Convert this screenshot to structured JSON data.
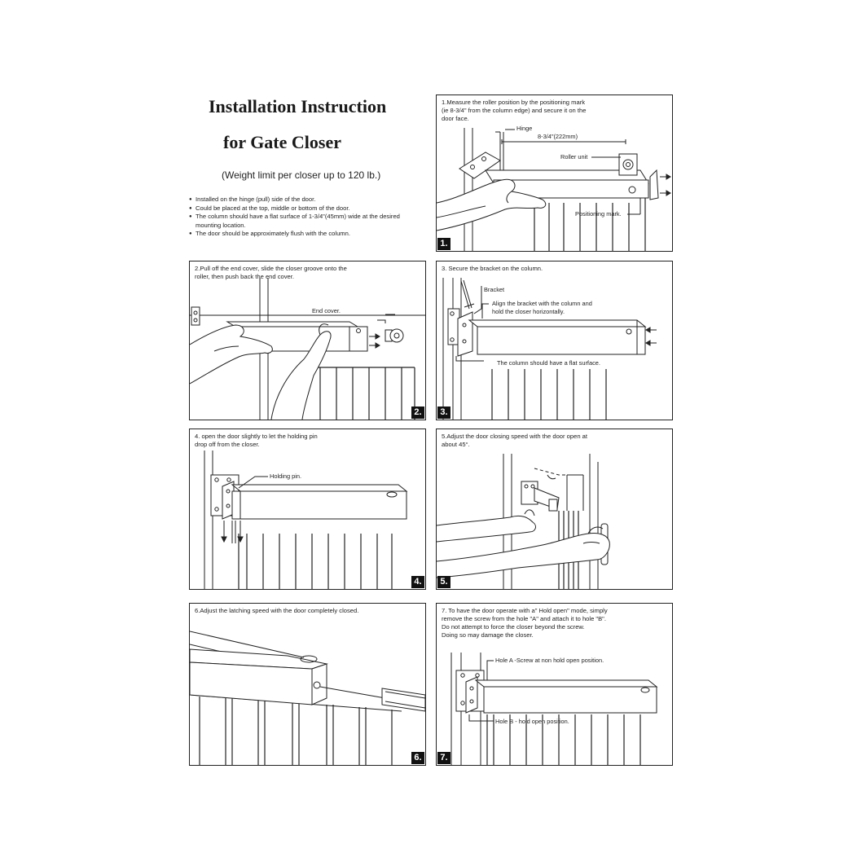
{
  "header": {
    "title_line1": "Installation Instruction",
    "title_line2": "for Gate Closer",
    "subtitle": "(Weight limit per closer up to 120 lb.)",
    "bullets": [
      "Installed on the hinge (pull) side of the door.",
      "Could be placed at the top, middle or bottom of the door.",
      "The column should have a flat surface of 1-3/4\"(45mm) wide at the desired mounting location.",
      "The door should be approximately flush with the column."
    ]
  },
  "steps": [
    {
      "number": "1.",
      "caption": "1.Measure the roller position by the positioning mark\n(ie 8-3/4\" from the column edge) and secure it on the\ndoor face.",
      "labels": {
        "hinge": "Hinge",
        "distance": "8-3/4\"(222mm)",
        "roller": "Roller unit",
        "mark": "Positioning mark."
      }
    },
    {
      "number": "2.",
      "caption": "2.Pull off the end cover, slide the closer groove onto the\nroller, then push back the end cover.",
      "labels": {
        "end_cover": "End cover."
      }
    },
    {
      "number": "3.",
      "caption": "3. Secure the bracket on the column.",
      "labels": {
        "bracket": "Bracket",
        "align": "Align the bracket with the column and\nhold the closer horizontally.",
        "flat": "The column should have a flat surface."
      }
    },
    {
      "number": "4.",
      "caption": "4. open the door slightly to let the holding pin\ndrop off from the closer.",
      "labels": {
        "pin": "Holding pin."
      }
    },
    {
      "number": "5.",
      "caption": "5.Adjust the door closing speed with the door open at\nabout 45°.",
      "labels": {}
    },
    {
      "number": "6.",
      "caption": "6.Adjust the latching speed with the door completely closed.",
      "labels": {}
    },
    {
      "number": "7.",
      "caption": "7. To have the door operate  with a\" Hold open\" mode, simply\nremove the screw from the hole \"A\" and attach it to hole \"B\".\nDo not attempt to force the closer beyond the screw.\nDoing so may damage the closer.",
      "labels": {
        "hole_a": "Hole A -Screw at non hold open position.",
        "hole_b": "Hole B - hold open position."
      }
    }
  ]
}
